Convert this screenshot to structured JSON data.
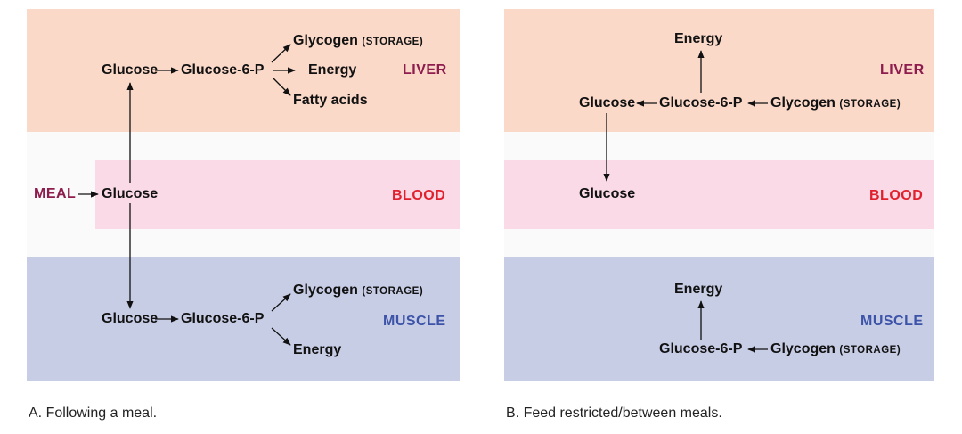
{
  "colors": {
    "liver": "#fbd9c9",
    "blood": "#f9dae6",
    "muscle": "#c8cde6",
    "liver_label": "#8e1d4d",
    "blood_label": "#e0212d",
    "muscle_label": "#3c53a8",
    "meal_label": "#8e1d4d"
  },
  "panel_a": {
    "liver": {
      "region_label": "LIVER",
      "glucose": "Glucose",
      "g6p": "Glucose-6-P",
      "glycogen": "Glycogen",
      "storage": "(STORAGE)",
      "energy": "Energy",
      "fatty_acids": "Fatty acids"
    },
    "blood": {
      "region_label": "BLOOD",
      "meal": "MEAL",
      "glucose": "Glucose"
    },
    "muscle": {
      "region_label": "MUSCLE",
      "glucose": "Glucose",
      "g6p": "Glucose-6-P",
      "glycogen": "Glycogen",
      "storage": "(STORAGE)",
      "energy": "Energy"
    },
    "caption": "A.  Following a meal."
  },
  "panel_b": {
    "liver": {
      "region_label": "LIVER",
      "energy": "Energy",
      "glucose": "Glucose",
      "g6p": "Glucose-6-P",
      "glycogen": "Glycogen",
      "storage": "(STORAGE)"
    },
    "blood": {
      "region_label": "BLOOD",
      "glucose": "Glucose"
    },
    "muscle": {
      "region_label": "MUSCLE",
      "energy": "Energy",
      "g6p": "Glucose-6-P",
      "glycogen": "Glycogen",
      "storage": "(STORAGE)"
    },
    "caption": "B.  Feed restricted/between meals."
  }
}
